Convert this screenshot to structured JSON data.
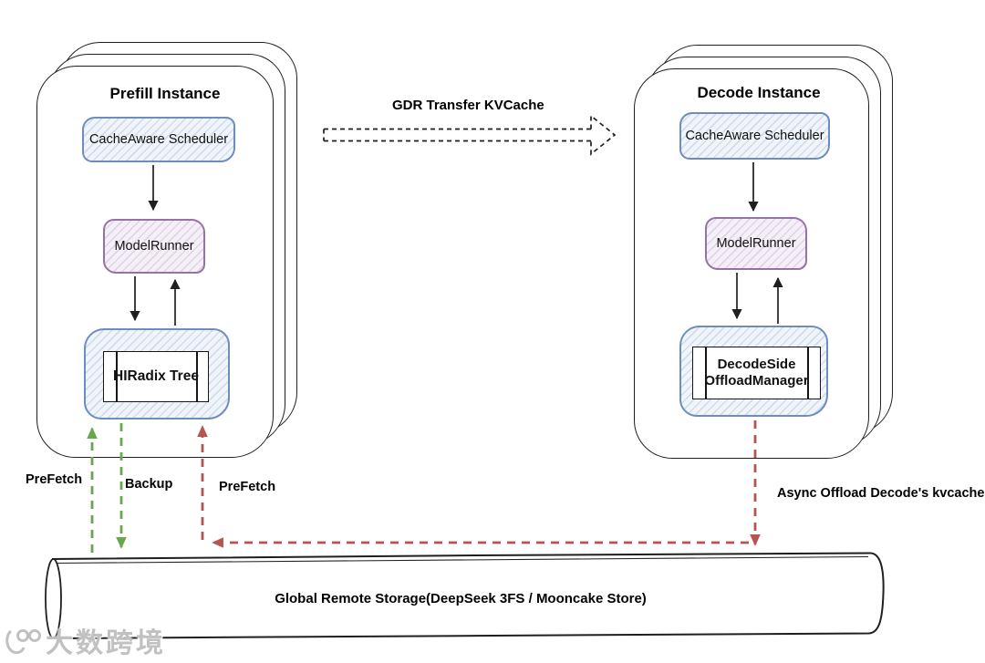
{
  "colors": {
    "blue": "#6c8ebf",
    "purple": "#9673a6",
    "green": "#67a84f",
    "red": "#b85450",
    "ink": "#1f1f1f"
  },
  "prefill": {
    "title": "Prefill Instance",
    "scheduler_label": "CacheAware Scheduler",
    "runner_label": "ModelRunner",
    "radix_label": "HIRadix Tree"
  },
  "decode": {
    "title": "Decode Instance",
    "scheduler_label": "CacheAware Scheduler",
    "runner_label": "ModelRunner",
    "offload_label_line1": "DecodeSide",
    "offload_label_line2": "OffloadManager"
  },
  "transfer": {
    "label": "GDR Transfer KVCache"
  },
  "edges": {
    "prefetch_left_label": "PreFetch",
    "backup_label": "Backup",
    "prefetch_right_label": "PreFetch",
    "async_offload_label": "Async Offload Decode's kvcache"
  },
  "storage": {
    "label": "Global Remote Storage(DeepSeek 3FS / Mooncake Store)"
  },
  "watermark": {
    "text": "大数跨境"
  }
}
